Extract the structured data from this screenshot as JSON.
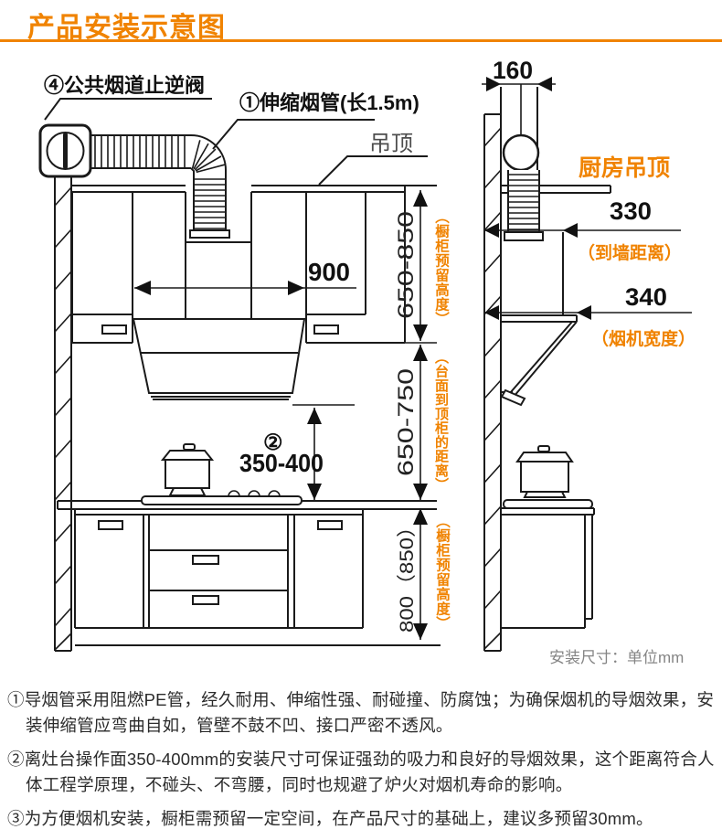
{
  "title": "产品安装示意图",
  "front_view": {
    "check_valve_label": "④公共烟道止逆阀",
    "duct_label": "①伸缩烟管(长1.5m)",
    "ceiling_label": "吊顶",
    "hood_width": "900",
    "hood_height_num": "②",
    "hood_height": "350-400",
    "dim_cabinet_top": "650-850",
    "dim_cabinet_top_note": "（橱柜预留高度）",
    "dim_counter_to_cabinet": "650-750",
    "dim_counter_to_cabinet_note": "（台面到顶柜的距离）",
    "dim_base_cabinet": "800（850）",
    "dim_base_cabinet_note": "（橱柜预留高度）"
  },
  "side_view": {
    "ceiling_label": "厨房吊顶",
    "dim_flue_width": "160",
    "dim_to_wall": "330",
    "dim_to_wall_note": "（到墙距离）",
    "dim_hood_width": "340",
    "dim_hood_width_note": "（烟机宽度）"
  },
  "unit_note": "安装尺寸：单位mm",
  "notes": [
    "①导烟管采用阻燃PE管，经久耐用、伸缩性强、耐碰撞、防腐蚀；为确保烟机的导烟效果，安装伸缩管应弯曲自如，管壁不鼓不凹、接口严密不透风。",
    "②离灶台操作面350-400mm的安装尺寸可保证强劲的吸力和良好的导烟效果，这个距离符合人体工程学原理，不碰头、不弯腰，同时也规避了炉火对烟机寿命的影响。",
    "③为方便烟机安装，橱柜需预留一定空间，在产品尺寸的基础上，建议多预留30mm。"
  ],
  "colors": {
    "accent": "#f08300",
    "line": "#1a1a1a",
    "text": "#2b2b2b",
    "muted": "#858585"
  }
}
